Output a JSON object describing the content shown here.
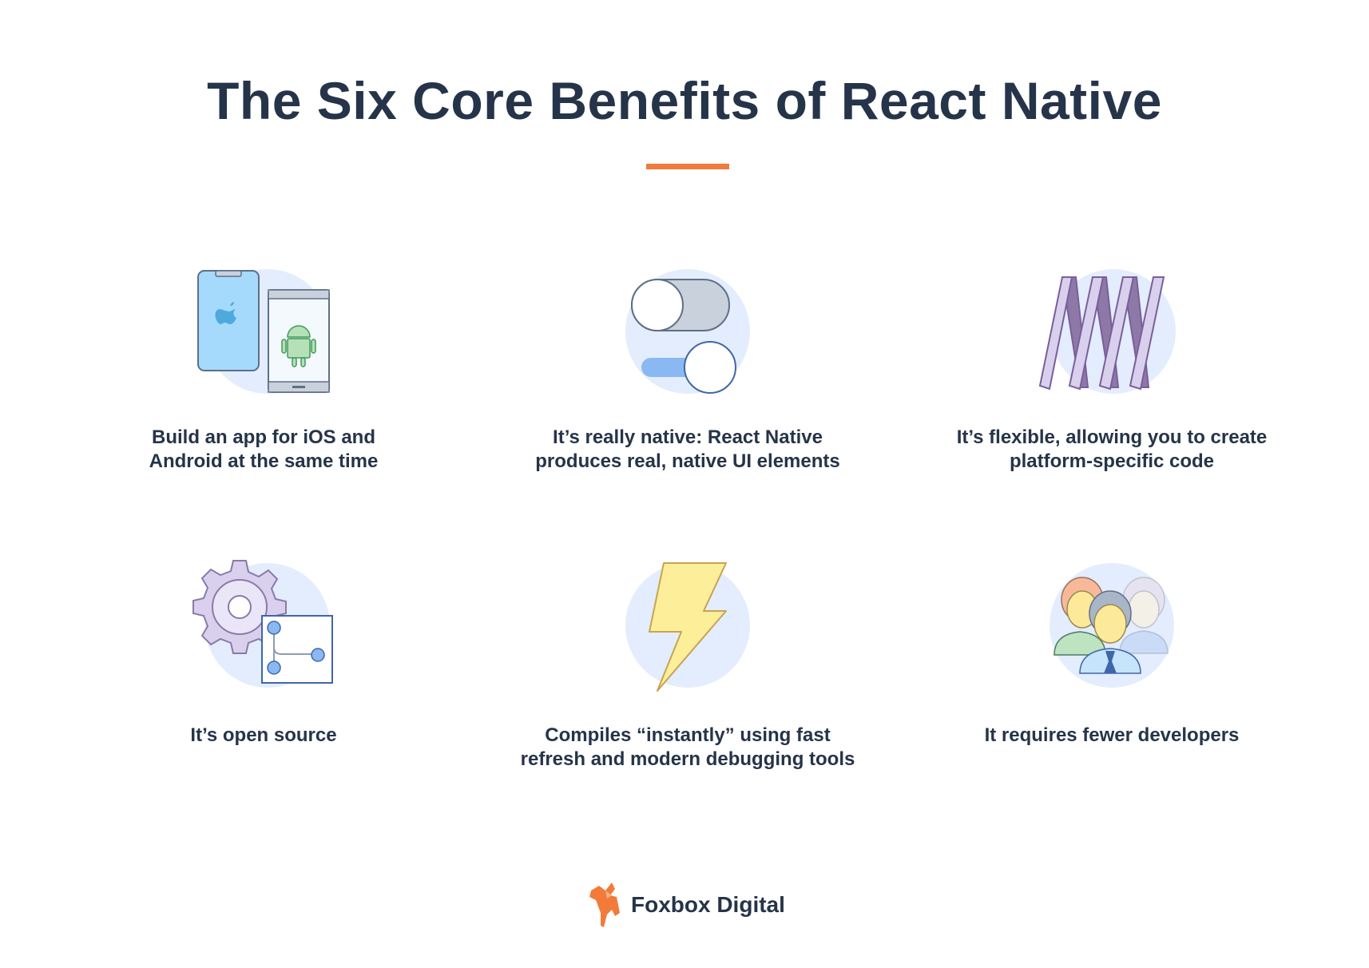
{
  "title": "The Six Core Benefits of React Native",
  "colors": {
    "accent": "#f27b3b",
    "text": "#263449",
    "circle": "#e3edfd"
  },
  "benefits": [
    {
      "icon": "ios-android-phones-icon",
      "caption_line1": "Build an app for iOS and",
      "caption_line2": "Android at the same time"
    },
    {
      "icon": "toggle-switches-icon",
      "caption_line1": "It’s really native: React Native",
      "caption_line2": "produces real, native UI elements"
    },
    {
      "icon": "flexible-ribbons-icon",
      "caption_line1": "It’s flexible, allowing you to create",
      "caption_line2": "platform-specific code"
    },
    {
      "icon": "gear-branch-icon",
      "caption_line1": "It’s open source",
      "caption_line2": ""
    },
    {
      "icon": "lightning-bolt-icon",
      "caption_line1": "Compiles “instantly” using fast",
      "caption_line2": "refresh and modern debugging tools"
    },
    {
      "icon": "developers-group-icon",
      "caption_line1": "It requires fewer developers",
      "caption_line2": ""
    }
  ],
  "footer": {
    "brand": "Foxbox Digital"
  }
}
